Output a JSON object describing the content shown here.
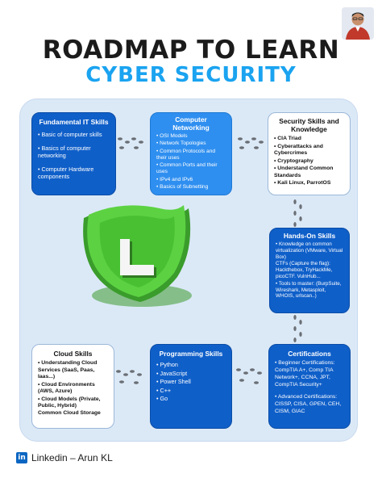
{
  "header": {
    "title_line1": "ROADMAP TO LEARN",
    "title_line2": "CYBER SECURITY"
  },
  "cards": {
    "fundamental": {
      "title": "Fundamental IT Skills",
      "items": [
        "• Basic of computer skills",
        "• Basics of computer networking",
        "• Computer Hardware components"
      ]
    },
    "networking": {
      "title": "Computer Networking",
      "items": [
        "• OSI Models",
        "• Network Topologies",
        "• Common Protocols and their uses",
        "• Common Ports and their uses",
        "• IPv4 and IPv6",
        "• Basics of Subnetting"
      ]
    },
    "security": {
      "title": "Security Skills and Knowledge",
      "items": [
        "• CIA Triad",
        "• Cyberattacks and Cybercrimes",
        "• Cryptography",
        "• Understand Common Standards",
        "• Kali Linux, ParrotOS"
      ]
    },
    "handson": {
      "title": "Hands-On Skills",
      "items": [
        "• Knowledge on common virtualization (VMware, Virtual Box)",
        "CTFs (Capture the flag): Hackthebox, TryHackMe, picoCTF. VulnHub...",
        "• Tools to master: (BurpSuite, Wireshark, Metasploit, WHOIS, urlscan..)"
      ]
    },
    "certifications": {
      "title": "Certifications",
      "items": [
        "• Beginner Certifications: CompTIA A+, Comp TIA Network+, CCNA, JPT, CompTIA Security+",
        "• Advanced Certifications: CISSP, CISA, GPEN, CEH, CISM, GIAC"
      ]
    },
    "programming": {
      "title": "Programming Skills",
      "items": [
        "• Python",
        "• JavaScript",
        "• Power Shell",
        "• C++",
        "• Go"
      ]
    },
    "cloud": {
      "title": "Cloud Skills",
      "items": [
        "• Understanding Cloud Services (SaaS, Paas, Iaas...)",
        "• Cloud Environments (AWS, Azure)",
        "• Cloud Models (Private, Public, Hybrid)",
        "Common Cloud Storage"
      ]
    }
  },
  "footer": {
    "icon_text": "in",
    "label": "Linkedin – Arun KL"
  },
  "icons": {
    "shield": "shield-check-icon",
    "footprints": "footprints-icon",
    "linkedin": "linkedin-icon"
  },
  "colors": {
    "title_blue": "#1aa3f0",
    "card_blue": "#0f5fc9",
    "shield_green": "#4cc63a",
    "panel": "#dbe9f7"
  }
}
